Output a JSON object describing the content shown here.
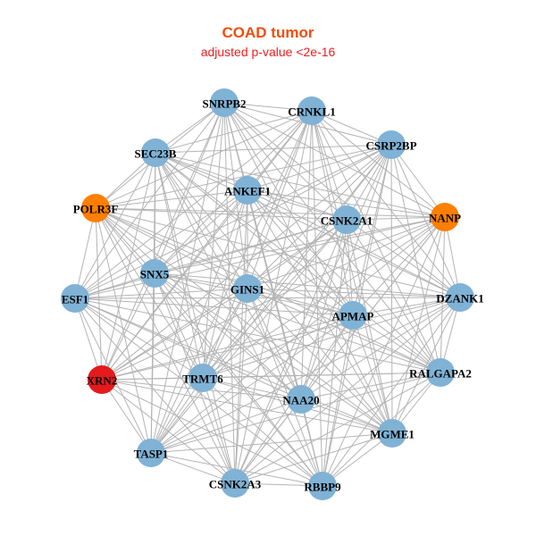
{
  "title": "COAD tumor",
  "subtitle": "adjusted p-value <2e-16",
  "colors": {
    "default": "#7fb2d5",
    "highlight_orange": "#ff7f00",
    "highlight_red": "#e41a1c",
    "edge": "#b4b4b4"
  },
  "nodes": [
    {
      "name": "SNRPB2",
      "group": "default"
    },
    {
      "name": "CRNKL1",
      "group": "default"
    },
    {
      "name": "CSRP2BP",
      "group": "default"
    },
    {
      "name": "SEC23B",
      "group": "default"
    },
    {
      "name": "ANKEF1",
      "group": "default"
    },
    {
      "name": "POLR3F",
      "group": "highlight_orange"
    },
    {
      "name": "CSNK2A1",
      "group": "default"
    },
    {
      "name": "NANP",
      "group": "highlight_orange"
    },
    {
      "name": "SNX5",
      "group": "default"
    },
    {
      "name": "GINS1",
      "group": "default"
    },
    {
      "name": "ESF1",
      "group": "default"
    },
    {
      "name": "DZANK1",
      "group": "default"
    },
    {
      "name": "APMAP",
      "group": "default"
    },
    {
      "name": "XRN2",
      "group": "highlight_red"
    },
    {
      "name": "TRMT6",
      "group": "default"
    },
    {
      "name": "RALGAPA2",
      "group": "default"
    },
    {
      "name": "NAA20",
      "group": "default"
    },
    {
      "name": "MGME1",
      "group": "default"
    },
    {
      "name": "TASP1",
      "group": "default"
    },
    {
      "name": "CSNK2A3",
      "group": "default"
    },
    {
      "name": "RBBP9",
      "group": "default"
    }
  ],
  "edges": "complete"
}
